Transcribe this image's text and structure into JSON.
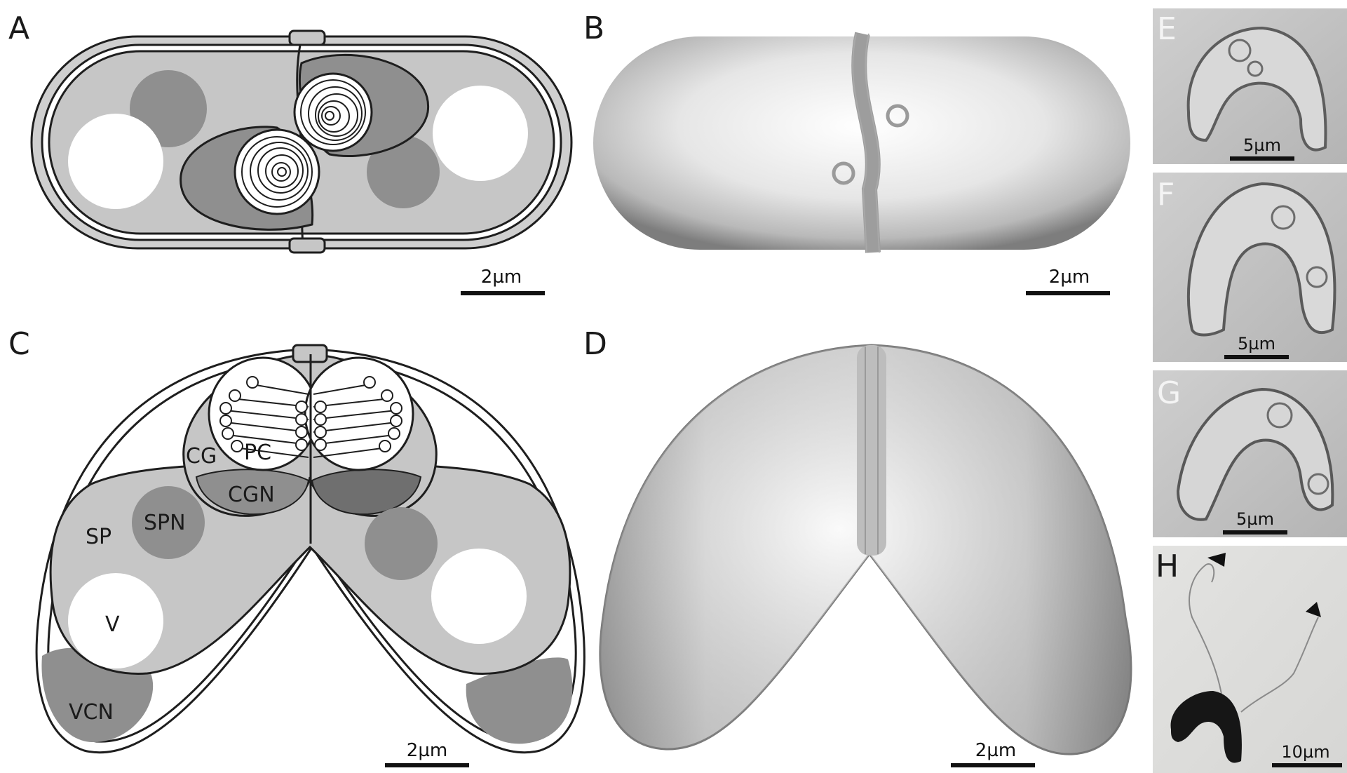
{
  "panels": {
    "A": {
      "letter": "A",
      "scale": "2µm"
    },
    "B": {
      "letter": "B",
      "scale": "2µm"
    },
    "C": {
      "letter": "C",
      "scale": "2µm"
    },
    "D": {
      "letter": "D",
      "scale": "2µm"
    },
    "E": {
      "letter": "E",
      "scale": "5µm"
    },
    "F": {
      "letter": "F",
      "scale": "5µm"
    },
    "G": {
      "letter": "G",
      "scale": "5µm"
    },
    "H": {
      "letter": "H",
      "scale": "10µm"
    }
  },
  "labels": {
    "cg": "CG",
    "pc": "PC",
    "cgn": "CGN",
    "sp": "SP",
    "spn": "SPN",
    "v": "V",
    "vcn": "VCN"
  },
  "colors": {
    "light_gray": "#c6c6c6",
    "dark_gray": "#8f8f8f",
    "outline": "#1e1e1e",
    "white": "#ffffff"
  }
}
